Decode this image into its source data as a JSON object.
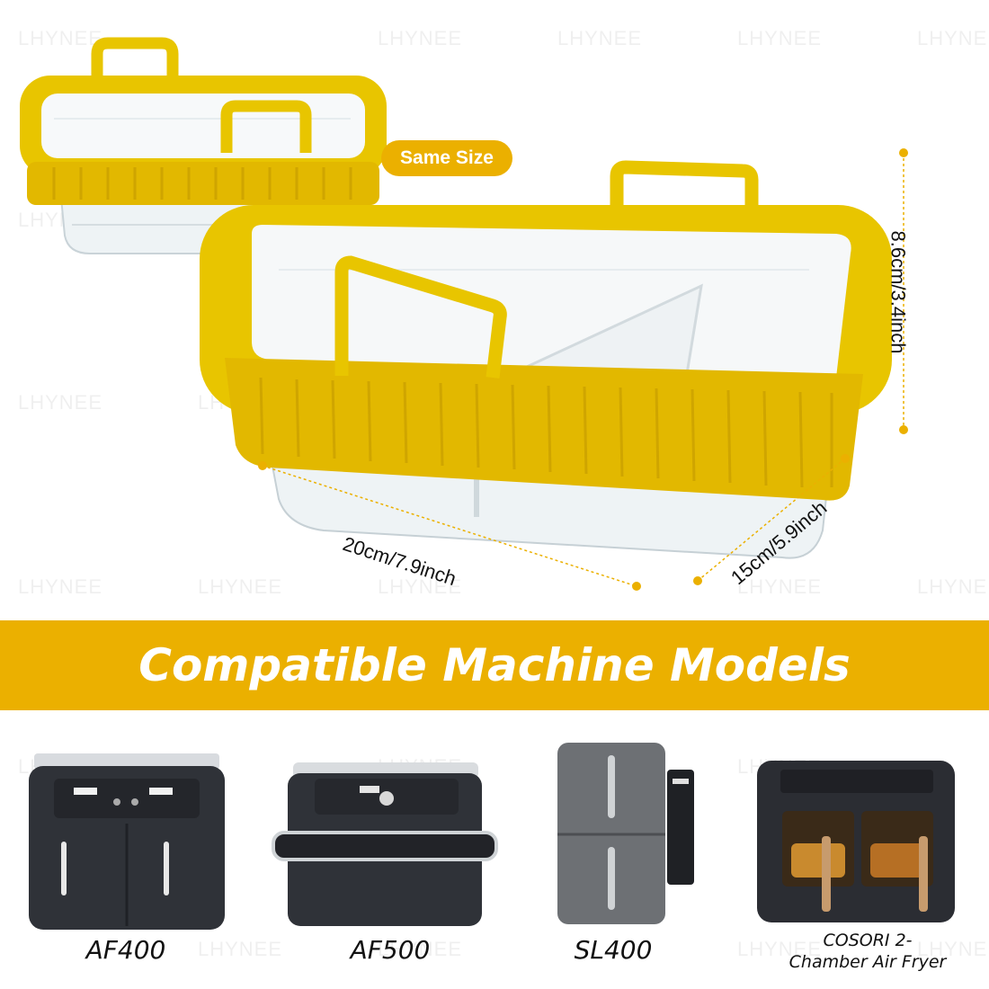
{
  "watermark": "LHYNEE",
  "badge": {
    "label": "Same Size"
  },
  "dimensions": {
    "height": "8.6cm/3.4inch",
    "length": "20cm/7.9inch",
    "width": "15cm/5.9inch"
  },
  "banner": {
    "title": "Compatible Machine Models"
  },
  "models": [
    {
      "label": "AF400"
    },
    {
      "label": "AF500"
    },
    {
      "label": "SL400"
    },
    {
      "label": "COSORI 2-Chamber Air Fryer",
      "line1": "COSORI 2-",
      "line2": "Chamber Air Fryer"
    }
  ],
  "colors": {
    "accent": "#ebb000",
    "lid": "#e8c500",
    "dark": "#2b2d33"
  }
}
